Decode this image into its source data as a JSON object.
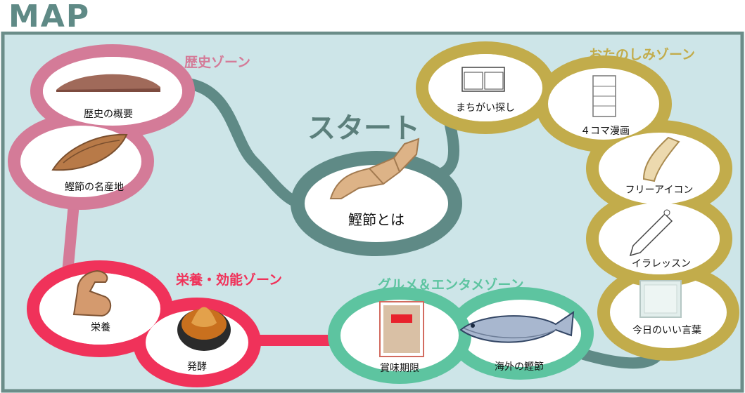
{
  "header": {
    "title": "MAP"
  },
  "start": {
    "label": "スタート",
    "node": "鰹節とは"
  },
  "zones": {
    "history": {
      "label": "歴史ゾーン",
      "color": "#d47b98",
      "items": [
        "歴史の概要",
        "鰹節の名産地"
      ]
    },
    "fun": {
      "label": "おたのしみゾーン",
      "color": "#c2ac4b",
      "items": [
        "まちがい探し",
        "４コマ漫画",
        "フリーアイコン",
        "イラレッスン",
        "今日のいい言葉"
      ]
    },
    "nutrition": {
      "label": "栄養・効能ゾーン",
      "color": "#f0325a",
      "items": [
        "栄養",
        "発酵"
      ]
    },
    "gourmet": {
      "label": "グルメ＆エンタメゾーン",
      "color": "#5dc4a0",
      "items": [
        "賞味期限",
        "海外の鰹節"
      ]
    }
  },
  "colors": {
    "board": "#cde5e8",
    "border": "#6b8d89",
    "path": "#5f8a86"
  },
  "icons": [
    "katsuobushi-slice-icon",
    "katsuobushi-block-icon",
    "start-katsuobushi-icon",
    "spot-the-difference-icon",
    "comic-strip-icon",
    "katsuobushi-stick-icon",
    "pencil-icon",
    "glass-tile-icon",
    "muscle-arm-icon",
    "fermented-bowl-icon",
    "expiry-package-icon",
    "bonito-fish-icon"
  ]
}
